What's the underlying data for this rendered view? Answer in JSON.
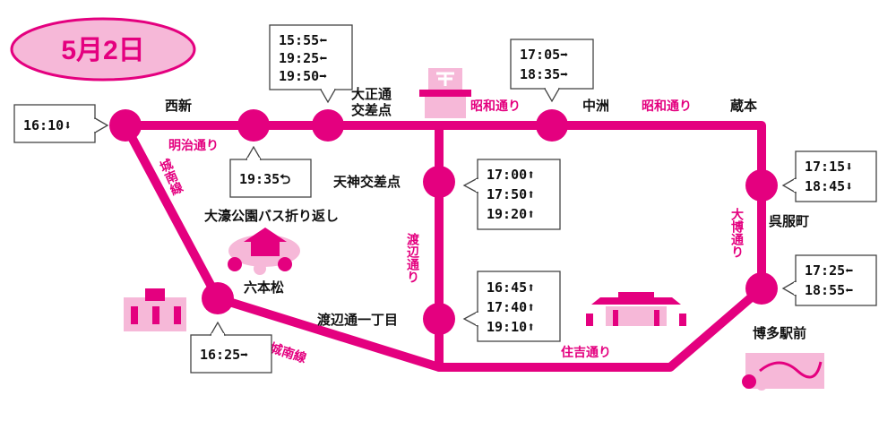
{
  "date_label": "5月2日",
  "colors": {
    "route": "#e4007f",
    "pink_light": "#f6b8d8",
    "box_border": "#444444"
  },
  "stops": {
    "nishijin": "西新",
    "taisho_1": "大正通",
    "taisho_2": "交差点",
    "nakasu": "中洲",
    "kuramoto": "蔵本",
    "tenjin": "天神交差点",
    "gofukumachi": "呉服町",
    "ohori_1": "大濠公園バス折り返し",
    "ropponmatsu": "六本松",
    "watanabe_1": "渡辺通一丁目",
    "hakata": "博多駅前"
  },
  "roads": {
    "meiji": "明治通り",
    "showa_1": "昭和通り",
    "showa_2": "昭和通り",
    "jonan_1": "城南線",
    "jonan_2": "城南線",
    "watanabe": "渡辺通り",
    "taihaku": "大博通り",
    "sumiyoshi": "住吉通り"
  },
  "times": {
    "nishijin": [
      "16:10⬇"
    ],
    "taisho": [
      "15:55⬅",
      "19:25⬅",
      "19:50➡"
    ],
    "nakasu": [
      "17:05➡",
      "18:35➡"
    ],
    "meiji_uturn": [
      "19:35⮌"
    ],
    "gofukumachi": [
      "17:15⬇",
      "18:45⬇"
    ],
    "tenjin": [
      "17:00⬆",
      "17:50⬆",
      "19:20⬆"
    ],
    "watanabe": [
      "16:45⬆",
      "17:40⬆",
      "19:10⬆"
    ],
    "hakata": [
      "17:25⬅",
      "18:55⬅"
    ],
    "ropponmatsu": [
      "16:25➡"
    ]
  }
}
